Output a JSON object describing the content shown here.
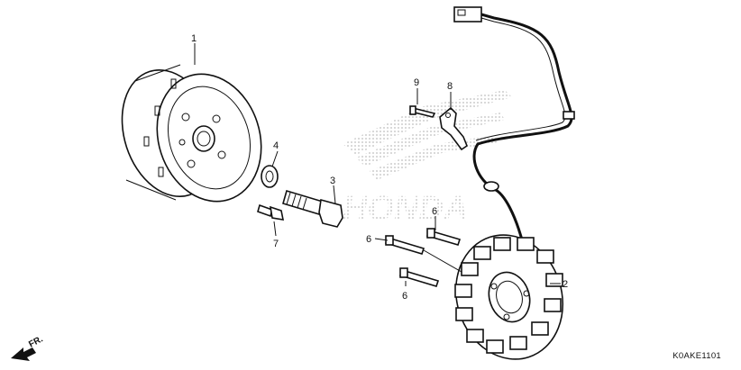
{
  "diagram": {
    "drawing_code": "K0AKE1101",
    "direction_label": "FR.",
    "watermark_text": "HONDA",
    "callouts": [
      {
        "id": "c1",
        "label": "1"
      },
      {
        "id": "c2",
        "label": "2"
      },
      {
        "id": "c3",
        "label": "3"
      },
      {
        "id": "c4",
        "label": "4"
      },
      {
        "id": "c5",
        "label": "6"
      },
      {
        "id": "c6",
        "label": "6"
      },
      {
        "id": "c7",
        "label": "6"
      },
      {
        "id": "c8",
        "label": "7"
      },
      {
        "id": "c9",
        "label": "8"
      },
      {
        "id": "c10",
        "label": "9"
      }
    ]
  }
}
